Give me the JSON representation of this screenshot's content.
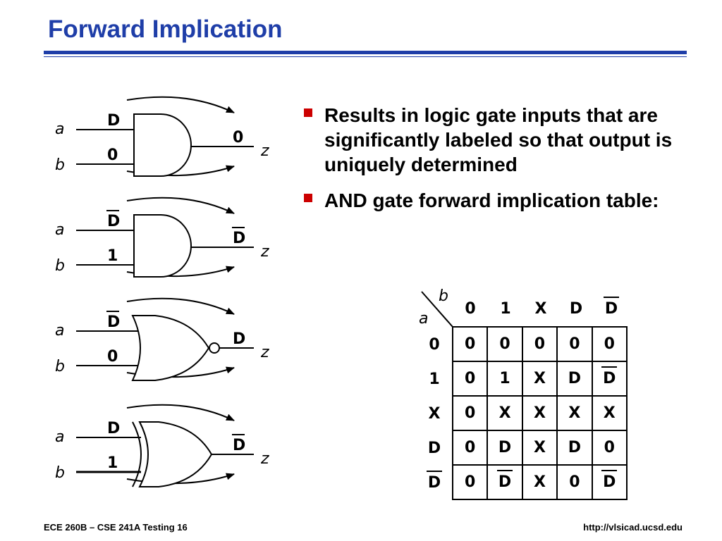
{
  "title": "Forward Implication",
  "bullets": [
    "Results in logic gate inputs that are significantly labeled so that output is uniquely determined",
    "AND gate forward implication table:"
  ],
  "gates": [
    {
      "type": "AND",
      "input_a_label": "a",
      "input_b_label": "b",
      "output_label": "z",
      "a_value": {
        "text": "D",
        "bar": false
      },
      "b_value": {
        "text": "0",
        "bar": false
      },
      "z_value": {
        "text": "0",
        "bar": false
      }
    },
    {
      "type": "AND",
      "input_a_label": "a",
      "input_b_label": "b",
      "output_label": "z",
      "a_value": {
        "text": "D",
        "bar": true
      },
      "b_value": {
        "text": "1",
        "bar": false
      },
      "z_value": {
        "text": "D",
        "bar": true
      }
    },
    {
      "type": "NOR",
      "input_a_label": "a",
      "input_b_label": "b",
      "output_label": "z",
      "a_value": {
        "text": "D",
        "bar": true
      },
      "b_value": {
        "text": "0",
        "bar": false
      },
      "z_value": {
        "text": "D",
        "bar": false
      }
    },
    {
      "type": "XOR",
      "input_a_label": "a",
      "input_b_label": "b",
      "output_label": "z",
      "a_value": {
        "text": "D",
        "bar": false
      },
      "b_value": {
        "text": "1",
        "bar": false
      },
      "z_value": {
        "text": "D",
        "bar": true
      }
    }
  ],
  "implication_table": {
    "col_var": "b",
    "row_var": "a",
    "headers": [
      {
        "text": "0",
        "bar": false
      },
      {
        "text": "1",
        "bar": false
      },
      {
        "text": "X",
        "bar": false
      },
      {
        "text": "D",
        "bar": false
      },
      {
        "text": "D",
        "bar": true
      }
    ],
    "rows": [
      {
        "label": {
          "text": "0",
          "bar": false
        },
        "cells": [
          {
            "text": "0",
            "bar": false
          },
          {
            "text": "0",
            "bar": false
          },
          {
            "text": "0",
            "bar": false
          },
          {
            "text": "0",
            "bar": false
          },
          {
            "text": "0",
            "bar": false
          }
        ]
      },
      {
        "label": {
          "text": "1",
          "bar": false
        },
        "cells": [
          {
            "text": "0",
            "bar": false
          },
          {
            "text": "1",
            "bar": false
          },
          {
            "text": "X",
            "bar": false
          },
          {
            "text": "D",
            "bar": false
          },
          {
            "text": "D",
            "bar": true
          }
        ]
      },
      {
        "label": {
          "text": "X",
          "bar": false
        },
        "cells": [
          {
            "text": "0",
            "bar": false
          },
          {
            "text": "X",
            "bar": false
          },
          {
            "text": "X",
            "bar": false
          },
          {
            "text": "X",
            "bar": false
          },
          {
            "text": "X",
            "bar": false
          }
        ]
      },
      {
        "label": {
          "text": "D",
          "bar": false
        },
        "cells": [
          {
            "text": "0",
            "bar": false
          },
          {
            "text": "D",
            "bar": false
          },
          {
            "text": "X",
            "bar": false
          },
          {
            "text": "D",
            "bar": false
          },
          {
            "text": "0",
            "bar": false
          }
        ]
      },
      {
        "label": {
          "text": "D",
          "bar": true
        },
        "cells": [
          {
            "text": "0",
            "bar": false
          },
          {
            "text": "D",
            "bar": true
          },
          {
            "text": "X",
            "bar": false
          },
          {
            "text": "0",
            "bar": false
          },
          {
            "text": "D",
            "bar": true
          }
        ]
      }
    ]
  },
  "footer": {
    "left": "ECE 260B – CSE 241A Testing 16",
    "right": "http://vlsicad.ucsd.edu"
  },
  "colors": {
    "title": "#1f3ea8",
    "bullet_marker": "#cc0000"
  }
}
